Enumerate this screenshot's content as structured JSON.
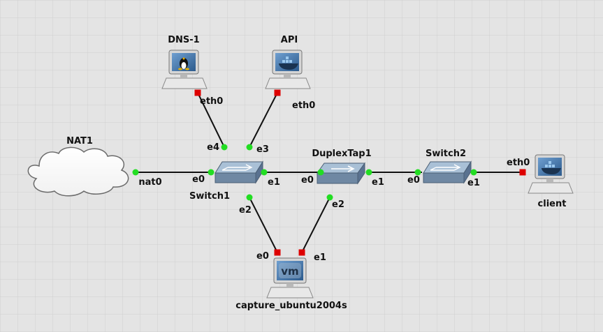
{
  "nodes": {
    "dns1": {
      "label": "DNS-1",
      "icon": "linux-tux-icon",
      "port": "eth0"
    },
    "api": {
      "label": "API",
      "icon": "docker-whale-icon",
      "port": "eth0"
    },
    "nat1": {
      "label": "NAT1",
      "port": "nat0"
    },
    "switch1": {
      "label": "Switch1",
      "ports": {
        "e0": "e0",
        "e1": "e1",
        "e2": "e2",
        "e3": "e3",
        "e4": "e4"
      }
    },
    "duplextap": {
      "label": "DuplexTap1",
      "ports": {
        "e0": "e0",
        "e1": "e1",
        "e2": "e2"
      }
    },
    "switch2": {
      "label": "Switch2",
      "ports": {
        "e0": "e0",
        "e1": "e1"
      }
    },
    "client": {
      "label": "client",
      "icon": "docker-whale-icon",
      "port": "eth0"
    },
    "capture": {
      "label": "capture_ubuntu2004s",
      "icon": "vm-icon",
      "vm_text": "vm",
      "ports": {
        "e0": "e0",
        "e1": "e1"
      }
    }
  },
  "colors": {
    "background": "#e4e4e4",
    "grid": "#cfcfcf",
    "link": "#111111",
    "port_up": "#22dd22",
    "port_down": "#dd0000",
    "switch_top": "#a9c0d6",
    "switch_side": "#6f88a3",
    "monitor_screen": "#3d6fa5"
  }
}
